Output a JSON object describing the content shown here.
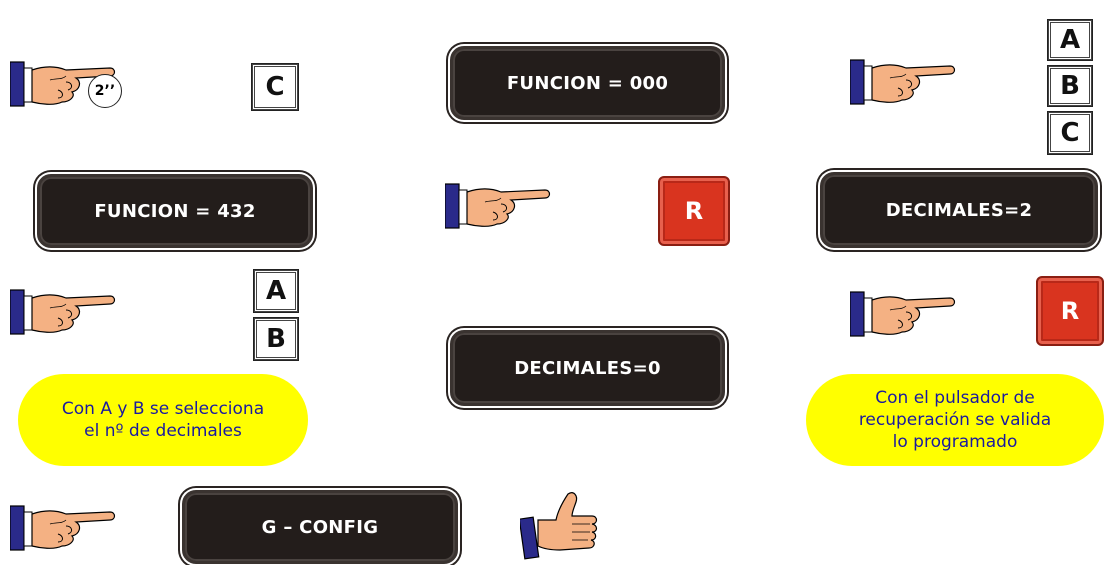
{
  "displays": {
    "funcion_000": "FUNCION = 000",
    "funcion_432": "FUNCION = 432",
    "decimales_2": "DECIMALES=2",
    "decimales_0": "DECIMALES=0",
    "g_config": "G – CONFIG"
  },
  "keys": {
    "a": "A",
    "b": "B",
    "c": "C",
    "r": "R"
  },
  "timer_label": "2’’",
  "notes": {
    "left": "Con A y B se selecciona\nel nº de decimales",
    "right": "Con el pulsador de\nrecuperación se valida\nlo programado"
  },
  "colors": {
    "display_bg": "#231d1b",
    "reset_key": "#d9341f",
    "note_bg": "#ffff00",
    "note_text": "#1a1aa0",
    "sleeve": "#2a2a8a",
    "skin": "#f4b183"
  },
  "icons": [
    "pointing-hand-icon",
    "thumbs-up-icon",
    "timer-icon"
  ]
}
